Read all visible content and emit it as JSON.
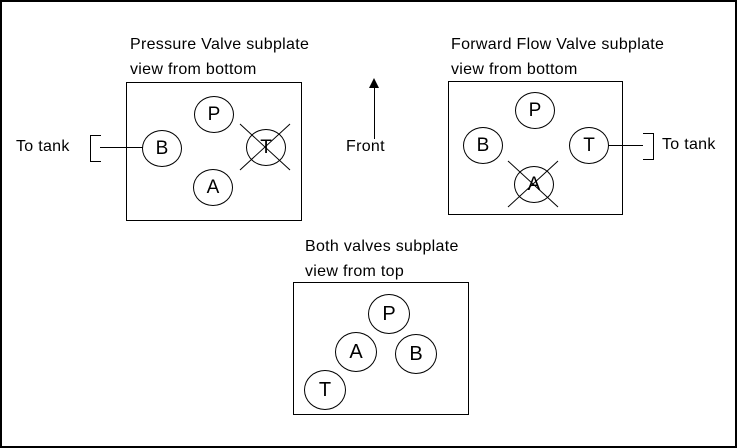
{
  "panels": {
    "pressure": {
      "title_line1": "Pressure Valve subplate",
      "title_line2": "view from bottom",
      "ports": {
        "p": "P",
        "b": "B",
        "t": "T",
        "a": "A"
      },
      "crossed_port": "T",
      "tank_label": "To tank",
      "tank_side": "left"
    },
    "forward": {
      "title_line1": "Forward Flow Valve subplate",
      "title_line2": "view from bottom",
      "ports": {
        "p": "P",
        "b": "B",
        "t": "T",
        "a": "A"
      },
      "crossed_port": "A",
      "tank_label": "To tank",
      "tank_side": "right"
    },
    "both": {
      "title_line1": "Both valves subplate",
      "title_line2": "view from top",
      "ports": {
        "p": "P",
        "a": "A",
        "b": "B",
        "t": "T"
      }
    }
  },
  "front_label": "Front",
  "colors": {
    "line": "#000000",
    "background": "#ffffff"
  }
}
